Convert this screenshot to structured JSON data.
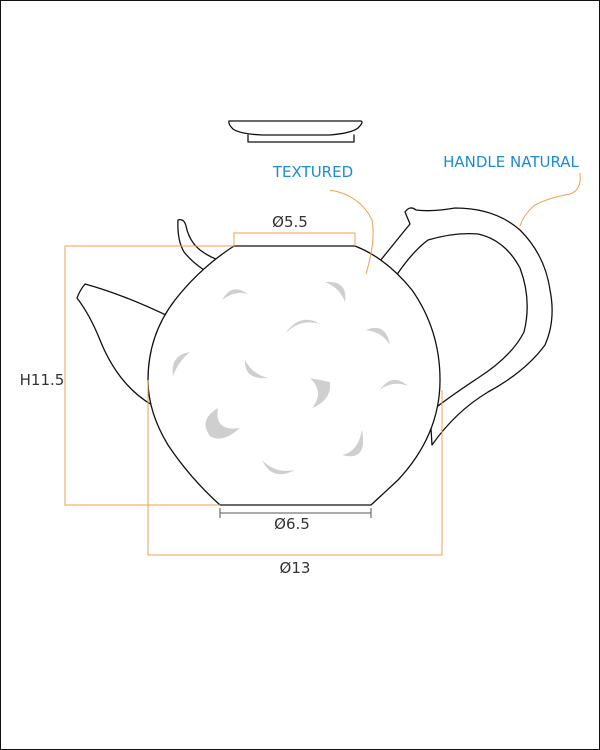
{
  "dimensions": {
    "top_diameter": "Ø5.5",
    "bottom_diameter": "Ø6.5",
    "body_diameter": "Ø13",
    "height": "H11.5"
  },
  "annotations": {
    "texture_note": "TEXTURED",
    "handle_note": "HANDLE NATURAL"
  },
  "colors": {
    "dimension_lines": "#f0a050",
    "annotation_text": "#1e8ad6",
    "outline": "#111111",
    "texture": "#cfcfcf"
  }
}
